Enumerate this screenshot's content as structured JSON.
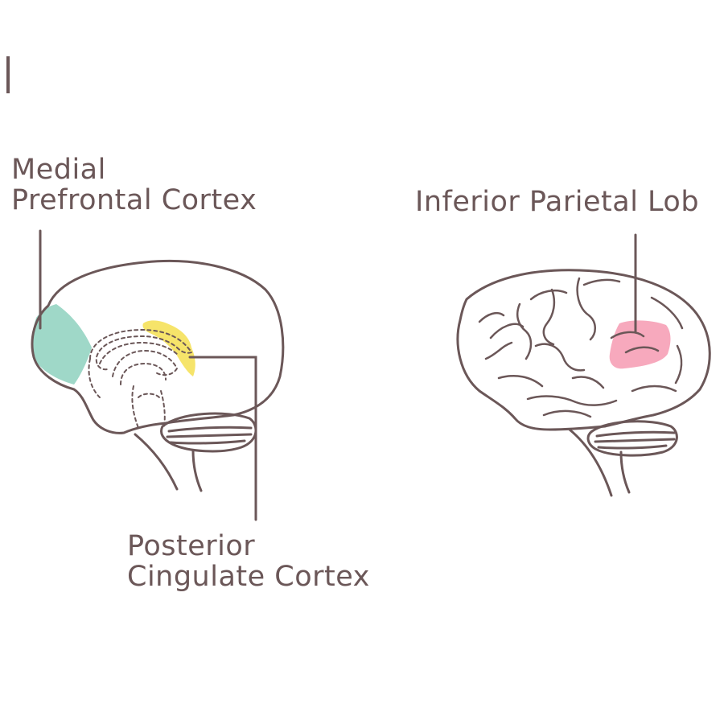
{
  "labels": {
    "medial_prefrontal_line1": "Medial",
    "medial_prefrontal_line2": "Prefrontal Cortex",
    "inferior_parietal": "Inferior Parietal Lob",
    "posterior_cingulate_line1": "Posterior",
    "posterior_cingulate_line2": "Cingulate Cortex"
  },
  "colors": {
    "outline": "#6b5758",
    "medial_prefrontal": "#9fd8c8",
    "posterior_cingulate": "#f6e46a",
    "inferior_parietal": "#f7a9bd",
    "background": "#ffffff"
  },
  "icons": {
    "left_brain": "brain-medial-view-icon",
    "right_brain": "brain-lateral-view-icon"
  }
}
